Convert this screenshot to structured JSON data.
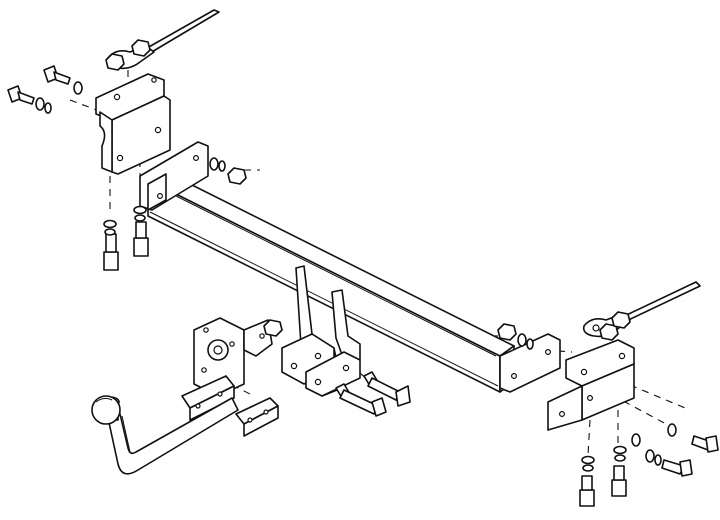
{
  "diagram": {
    "background_color": "#ffffff",
    "line_color": "#111111",
    "parts": [
      "main-crossbar",
      "left-mounting-bracket",
      "right-mounting-bracket",
      "left-side-rod",
      "right-side-rod",
      "tow-ball-arm",
      "socket-plate",
      "neck-hanger-brackets",
      "clamp-plates",
      "bolts",
      "nuts",
      "washers"
    ]
  }
}
